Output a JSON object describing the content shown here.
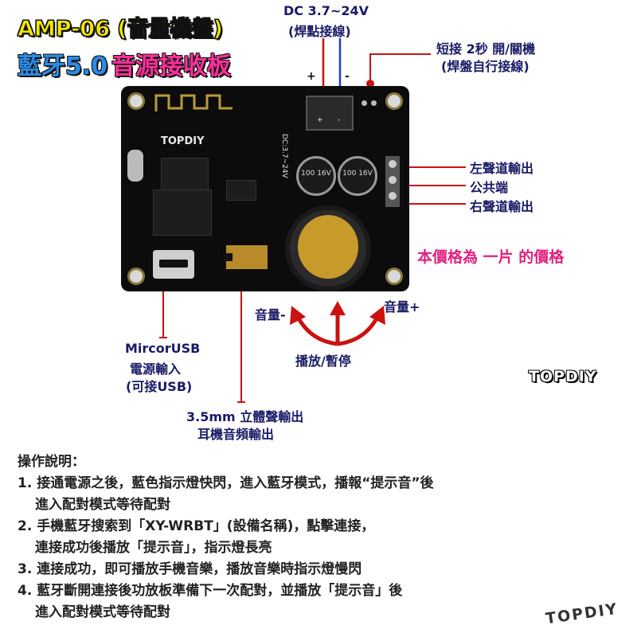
{
  "title": {
    "line1": "AMP-06 (音量機盤)",
    "line2_blue": "藍牙5.0",
    "line2_pink": "音源接收板"
  },
  "labels": {
    "dc_line1": "DC 3.7~24V",
    "dc_line2": "(焊點接線)",
    "plus": "+",
    "minus": "-",
    "short_line1": "短接 2秒 開/關機",
    "short_line2": "(焊盤自行接線)",
    "left_out": "左聲道輸出",
    "common": "公共端",
    "right_out": "右聲道輸出",
    "price": "本價格為 一片 的價格",
    "vol_minus": "音量-",
    "vol_plus": "音量+",
    "play_pause": "播放/暫停",
    "usb_line1": "MircorUSB",
    "usb_line2": "電源輸入",
    "usb_line3": "(可接USB)",
    "jack_line1": "3.5mm 立體聲輸出",
    "jack_line2": "耳機音頻輸出"
  },
  "board": {
    "silk_topdiy": "TOPDIY",
    "silk_dc": "DC:3.7~24V",
    "cap1": "100 16V",
    "cap2": "100 16V",
    "terminal_plus": "+",
    "terminal_minus": "-"
  },
  "watermarks": {
    "mid": "TOPDIY",
    "bottom": "TOPDIY"
  },
  "instructions": {
    "heading": "操作說明：",
    "items": [
      "1. 接通電源之後，藍色指示燈快閃，進入藍牙模式，播報“提示音”後",
      "   進入配對模式等待配對",
      "2. 手機藍牙搜索到「XY-WRBT」(設備名稱)，點擊連接，",
      "   連接成功後播放「提示音」，指示燈長亮",
      "3. 連接成功，即可播放手機音樂，播放音樂時指示燈慢閃",
      "4. 藍牙斷開連接後功放板準備下一次配對，並播放「提示音」後",
      "   進入配對模式等待配對"
    ]
  },
  "colors": {
    "title_yellow": "#f2e600",
    "title_blue": "#2b8be6",
    "title_pink": "#ff2f9a",
    "label_navy": "#1a1a66",
    "pointer_red": "#cc1111",
    "pointer_blue": "#1a3fcc",
    "arrow_red": "#cc1111"
  }
}
